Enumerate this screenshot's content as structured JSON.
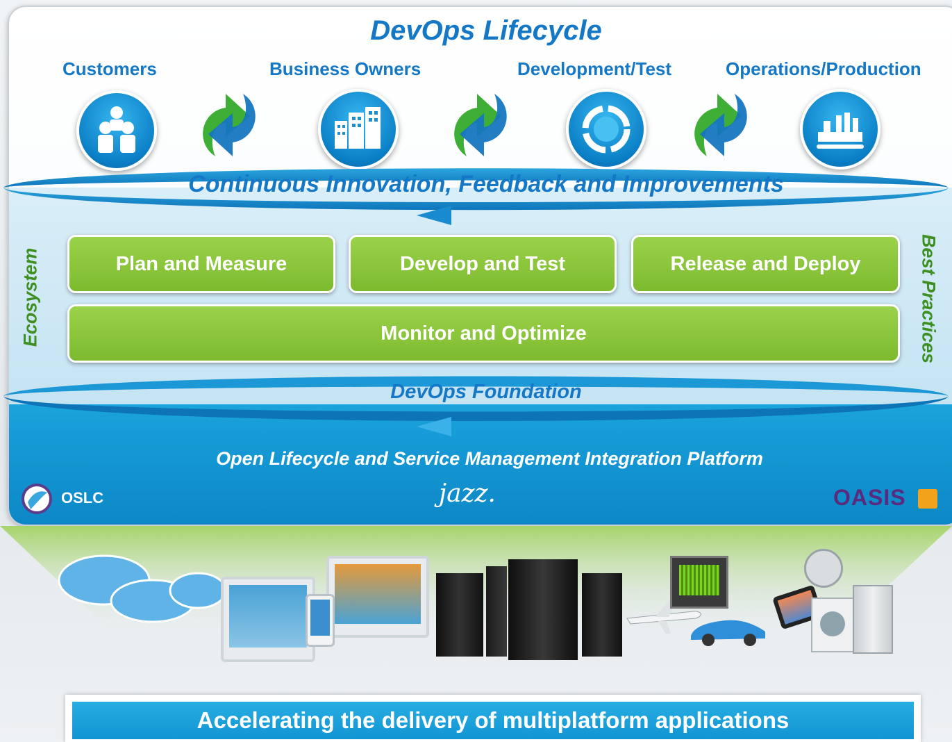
{
  "diagram": {
    "title": "DevOps Lifecycle",
    "roles": [
      "Customers",
      "Business Owners",
      "Development/Test",
      "Operations/Production"
    ],
    "role_icons": [
      "people-group-icon",
      "office-buildings-icon",
      "dev-cycle-icon",
      "factory-icon"
    ],
    "feedback_ring_label": "Continuous Innovation, Feedback and Improvements",
    "side_labels": {
      "left": "Ecosystem",
      "right": "Best Practices"
    },
    "capabilities": [
      "Plan and Measure",
      "Develop and Test",
      "Release and Deploy"
    ],
    "monitor_label": "Monitor and Optimize",
    "foundation_label": "DevOps Foundation",
    "platform_label": "Open Lifecycle and Service Management Integration Platform",
    "logos": {
      "oslc": "OSLC",
      "jazz": "jazz.",
      "oasis": "OASIS"
    },
    "devices_icons": [
      "cloud-icon",
      "tablet-icon",
      "smartphone-icon",
      "monitor-icon",
      "server-rack-icon",
      "airplane-icon",
      "chip-icon",
      "car-icon",
      "appliance-icon"
    ],
    "banner": "Accelerating the delivery of multiplatform applications"
  },
  "colors": {
    "title_blue": "#1478c6",
    "capability_green": "#8cc63f",
    "platform_blue": "#0f93d2",
    "ecosystem_green": "#3e8f22",
    "oasis_purple": "#5a2a7e"
  }
}
